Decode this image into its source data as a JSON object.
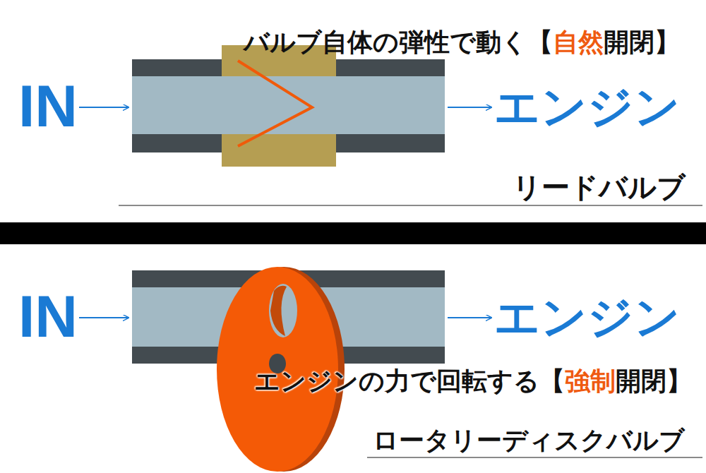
{
  "diagram": {
    "labels": [
      "バルブ自体の弾性で動く【自然開閉】",
      "IN",
      "エンジン",
      "リードバルブ",
      "IN",
      "エンジン",
      "エンジンの力で回転する【強制開閉】",
      "ロータリーディスクバルブ"
    ]
  }
}
